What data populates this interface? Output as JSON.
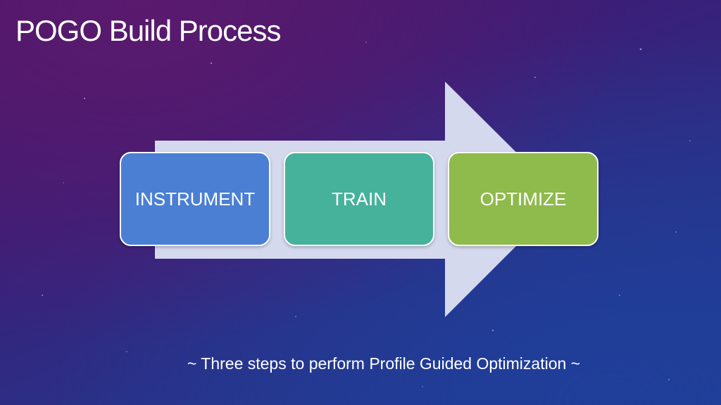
{
  "slide": {
    "title": "POGO Build Process",
    "caption": "~ Three steps to perform Profile Guided Optimization ~"
  },
  "diagram": {
    "type": "process-arrow",
    "steps": [
      {
        "label": "INSTRUMENT",
        "color": "#4a7fd4"
      },
      {
        "label": "TRAIN",
        "color": "#47b29b"
      },
      {
        "label": "OPTIMIZE",
        "color": "#8fba4c"
      }
    ],
    "arrow_color": "#d4d9ee"
  }
}
